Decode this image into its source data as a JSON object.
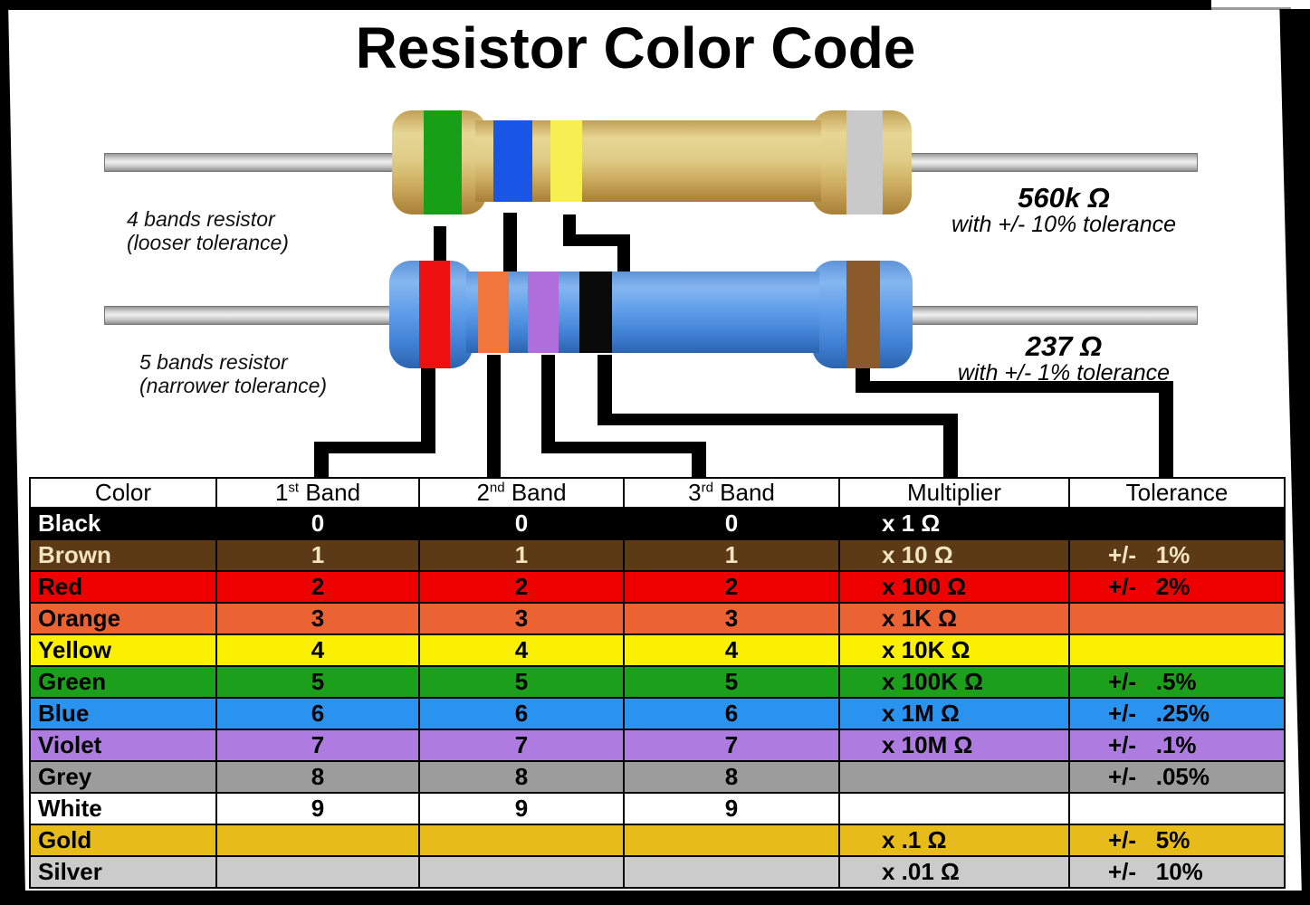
{
  "title": "Resistor Color Code",
  "resistor4": {
    "label_line1": "4 bands resistor",
    "label_line2": "(looser tolerance)",
    "value": "560k Ω",
    "tolerance_note": "with +/- 10% tolerance",
    "bands": [
      {
        "name": "green",
        "color": "#17A017"
      },
      {
        "name": "blue",
        "color": "#1A56E6"
      },
      {
        "name": "yellow",
        "color": "#F7EF52"
      },
      {
        "name": "silver",
        "color": "#C9C9C9"
      }
    ]
  },
  "resistor5": {
    "label_line1": "5 bands resistor",
    "label_line2": "(narrower tolerance)",
    "value": "237 Ω",
    "tolerance_note": "with +/- 1% tolerance",
    "bands": [
      {
        "name": "red",
        "color": "#EE1010"
      },
      {
        "name": "orange",
        "color": "#F0763C"
      },
      {
        "name": "violet",
        "color": "#B06EDC"
      },
      {
        "name": "black",
        "color": "#0A0A0A"
      },
      {
        "name": "brown",
        "color": "#8A5A2A"
      }
    ]
  },
  "table": {
    "headers": [
      {
        "pre": "Color"
      },
      {
        "pre": "1",
        "sup": "st",
        "post": " Band"
      },
      {
        "pre": "2",
        "sup": "nd",
        "post": " Band"
      },
      {
        "pre": "3",
        "sup": "rd",
        "post": " Band"
      },
      {
        "pre": "Multiplier"
      },
      {
        "pre": "Tolerance"
      }
    ],
    "rows": [
      {
        "name": "Black",
        "bg": "#000000",
        "fg": "#FFFFFF",
        "b1": "0",
        "b2": "0",
        "b3": "0",
        "mult": "x 1 Ω",
        "tol": ""
      },
      {
        "name": "Brown",
        "bg": "#5C3A16",
        "fg": "#F2E4C0",
        "b1": "1",
        "b2": "1",
        "b3": "1",
        "mult": "x 10 Ω",
        "tol": "+/-   1%"
      },
      {
        "name": "Red",
        "bg": "#EE0000",
        "fg": "#000000",
        "b1": "2",
        "b2": "2",
        "b3": "2",
        "mult": "x 100 Ω",
        "tol": "+/-   2%"
      },
      {
        "name": "Orange",
        "bg": "#EB6233",
        "fg": "#000000",
        "b1": "3",
        "b2": "3",
        "b3": "3",
        "mult": "x 1K Ω",
        "tol": ""
      },
      {
        "name": "Yellow",
        "bg": "#FBF000",
        "fg": "#000000",
        "b1": "4",
        "b2": "4",
        "b3": "4",
        "mult": "x 10K Ω",
        "tol": ""
      },
      {
        "name": "Green",
        "bg": "#1CA01C",
        "fg": "#000000",
        "b1": "5",
        "b2": "5",
        "b3": "5",
        "mult": "x 100K Ω",
        "tol": "+/-   .5%"
      },
      {
        "name": "Blue",
        "bg": "#2A93F0",
        "fg": "#000000",
        "b1": "6",
        "b2": "6",
        "b3": "6",
        "mult": "x 1M Ω",
        "tol": "+/-   .25%"
      },
      {
        "name": "Violet",
        "bg": "#AE7BE0",
        "fg": "#000000",
        "b1": "7",
        "b2": "7",
        "b3": "7",
        "mult": "x 10M Ω",
        "tol": "+/-   .1%"
      },
      {
        "name": "Grey",
        "bg": "#9C9C9C",
        "fg": "#000000",
        "b1": "8",
        "b2": "8",
        "b3": "8",
        "mult": "",
        "tol": "+/-   .05%"
      },
      {
        "name": "White",
        "bg": "#FFFFFF",
        "fg": "#000000",
        "b1": "9",
        "b2": "9",
        "b3": "9",
        "mult": "",
        "tol": ""
      },
      {
        "name": "Gold",
        "bg": "#E7BB1A",
        "fg": "#000000",
        "b1": "",
        "b2": "",
        "b3": "",
        "mult": "x .1 Ω",
        "tol": "+/-   5%"
      },
      {
        "name": "Silver",
        "bg": "#CBCBCB",
        "fg": "#000000",
        "b1": "",
        "b2": "",
        "b3": "",
        "mult": "x .01 Ω",
        "tol": "+/-   10%"
      }
    ]
  }
}
